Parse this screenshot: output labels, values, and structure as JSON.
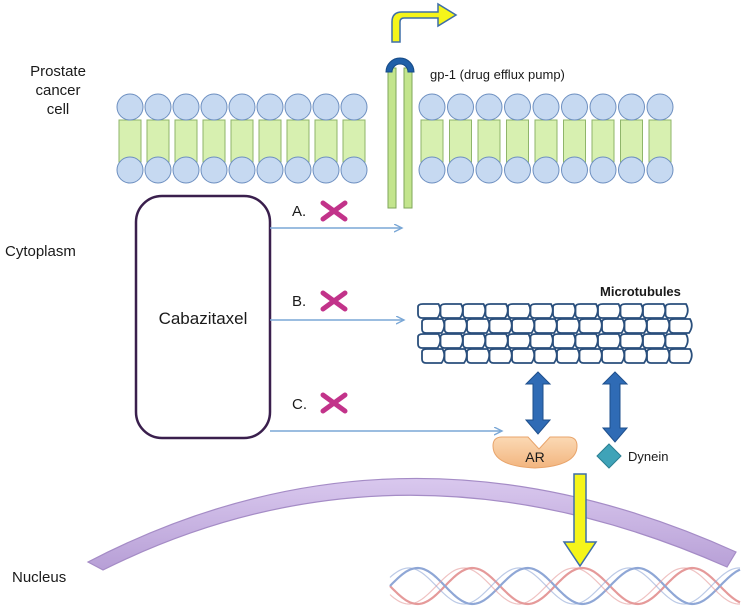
{
  "labels": {
    "cell": [
      "Prostate",
      "cancer",
      "cell"
    ],
    "pump": "gp-1 (drug efflux pump)",
    "cytoplasm": "Cytoplasm",
    "drug": "Cabazitaxel",
    "microtubules": "Microtubules",
    "arrow_a": "A.",
    "arrow_b": "B.",
    "arrow_c": "C.",
    "ar": "AR",
    "dynein": "Dynein",
    "nucleus": "Nucleus"
  },
  "colors": {
    "membrane_head": "#c6d9f1",
    "membrane_tail": "#d7f0b0",
    "pump_channel": "#c3e58d",
    "pump_cap": "#1f5fa8",
    "efflux_arrow": "#f5f51a",
    "drug_box_border": "#3a1f4d",
    "pathway_arrow": "#7aa7d6",
    "block_mark": "#c2338a",
    "microtubule": "#2a4f7c",
    "double_arrow": "#2f6bb5",
    "ar_shape": "#f7c89a",
    "dynein_shape": "#3fa3b8",
    "nucleus_membrane": "#c9b4e3",
    "dna_strand_1": "#e59a9a",
    "dna_strand_2": "#8fa7d6"
  }
}
